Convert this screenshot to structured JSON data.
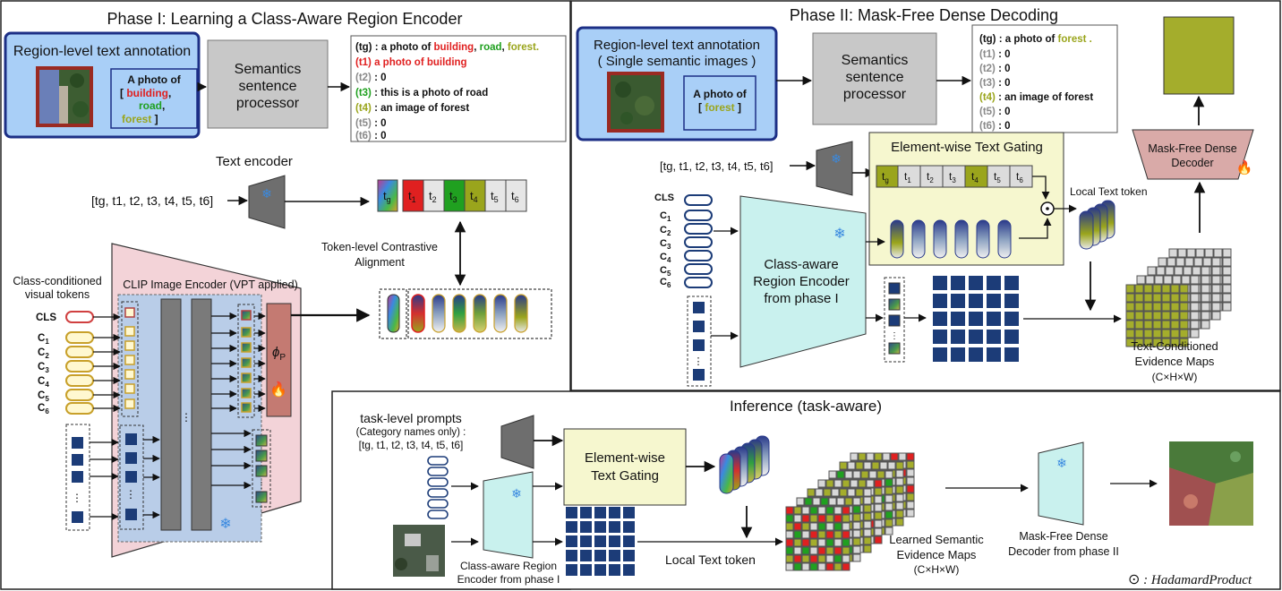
{
  "phase1": {
    "title": "Phase I: Learning a Class-Aware Region Encoder",
    "annotation_title": "Region-level text annotation",
    "caption": {
      "line1": "A photo of",
      "open": "[ ",
      "building": "building",
      "comma1": ",",
      "road": "road",
      "comma2": ",",
      "forest": "forest",
      "close": " ]"
    },
    "processor": {
      "line1": "Semantics",
      "line2": "sentence",
      "line3": "processor"
    },
    "sentences": {
      "tg_label": "(tg)",
      "tg_pre": " : a photo of ",
      "tg_building": "building",
      "tg_c1": ", ",
      "tg_road": "road",
      "tg_c2": ", ",
      "tg_forest": "forest.",
      "t1_label": "(t1)",
      "t1_text": " a photo of building",
      "t2_label": "(t2)",
      "t2_text": " : 0",
      "t3_label": "(t3)",
      "t3_text": " : this is a photo of road",
      "t4_label": "(t4)",
      "t4_text": " : an image of forest",
      "t5_label": "(t5)",
      "t5_text": " : 0",
      "t6_label": "(t6)",
      "t6_text": " : 0"
    },
    "text_encoder_label": "Text encoder",
    "token_list": "[tg, t1, t2, t3, t4, t5, t6]",
    "tokens": [
      "t",
      "t",
      "t",
      "t",
      "t",
      "t",
      "t"
    ],
    "token_subs": [
      "g",
      "1",
      "2",
      "3",
      "4",
      "5",
      "6"
    ],
    "alignment_line1": "Token-level Contrastive",
    "alignment_line2": "Alignment",
    "visual_tokens_line1": "Class-conditioned",
    "visual_tokens_line2": "visual tokens",
    "clip_label": "CLIP Image Encoder (VPT applied)",
    "cls": "CLS",
    "class_letters": [
      "C",
      "C",
      "C",
      "C",
      "C",
      "C"
    ],
    "class_subs": [
      "1",
      "2",
      "3",
      "4",
      "5",
      "6"
    ],
    "phi": "ϕ",
    "phi_sub": "P"
  },
  "phase2": {
    "title": "Phase II: Mask-Free Dense Decoding",
    "annotation_title": "Region-level text annotation",
    "annotation_sub": "( Single semantic images )",
    "caption_line1": "A photo of",
    "caption_open": "[ ",
    "caption_forest": "forest",
    "caption_close": " ]",
    "processor": {
      "line1": "Semantics",
      "line2": "sentence",
      "line3": "processor"
    },
    "sentences": {
      "tg_label": "(tg)",
      "tg_pre": " : a photo of ",
      "tg_forest": "forest .",
      "t1_label": "(t1)",
      "t1_text": " : 0",
      "t2_label": "(t2)",
      "t2_text": " : 0",
      "t3_label": "(t3)",
      "t3_text": " : 0",
      "t4_label": "(t4)",
      "t4_text": " : an image of forest",
      "t5_label": "(t5)",
      "t5_text": " : 0",
      "t6_label": "(t6)",
      "t6_text": " : 0"
    },
    "token_list": "[tg, t1, t2, t3, t4, t5, t6]",
    "gating_label": "Element-wise Text Gating",
    "tokens": [
      "t",
      "t",
      "t",
      "t",
      "t",
      "t",
      "t"
    ],
    "token_subs": [
      "g",
      "1",
      "2",
      "3",
      "4",
      "5",
      "6"
    ],
    "hadamard_symbol": "⊙",
    "local_token_label": "Local Text token",
    "decoder_line1": "Mask-Free Dense",
    "decoder_line2": "Decoder",
    "cls": "CLS",
    "class_letters": [
      "C",
      "C",
      "C",
      "C",
      "C",
      "C"
    ],
    "class_subs": [
      "1",
      "2",
      "3",
      "4",
      "5",
      "6"
    ],
    "encoder_line1": "Class-aware",
    "encoder_line2": "Region Encoder",
    "encoder_line3": "from phase I",
    "evidence_line1": "Text-Conditioned",
    "evidence_line2": "Evidence Maps",
    "evidence_line3": "(C×H×W)"
  },
  "inference": {
    "title": "Inference (task-aware)",
    "prompts_line1": "task-level prompts",
    "prompts_line2": "(Category names only) :",
    "prompts_line3": "[tg, t1, t2, t3, t4, t5, t6]",
    "gating_line1": "Element-wise",
    "gating_line2": "Text Gating",
    "encoder_line1": "Class-aware Region",
    "encoder_line2": "Encoder from phase I",
    "local_token_label": "Local Text token",
    "maps_line1": "Learned Semantic",
    "maps_line2": "Evidence Maps",
    "maps_line3": "(C×H×W)",
    "decoder_line1": "Mask-Free Dense",
    "decoder_line2": "Decoder from phase II",
    "legend_symbol": "⊙",
    "legend_text": " : HadamardProduct"
  },
  "colors": {
    "building": "#e02020",
    "road": "#20a020",
    "forest": "#9aa51c",
    "gray_token": "#8a8a8a",
    "annotation_fill": "#a9cff7",
    "annotation_stroke": "#1c2f86",
    "processor_fill": "#c8c8c8",
    "encoder_fill": "#f3d3d8",
    "clip_fill": "#b9cde8",
    "region_encoder_fill": "#c9f1ee",
    "gating_fill": "#f6f7cf",
    "decoder_fill": "#d9aaa8",
    "evidence_green": "#a4ad2c",
    "navy": "#1c3c78"
  },
  "icons": [
    "snowflake-icon",
    "flame-icon",
    "hadamard-icon"
  ]
}
